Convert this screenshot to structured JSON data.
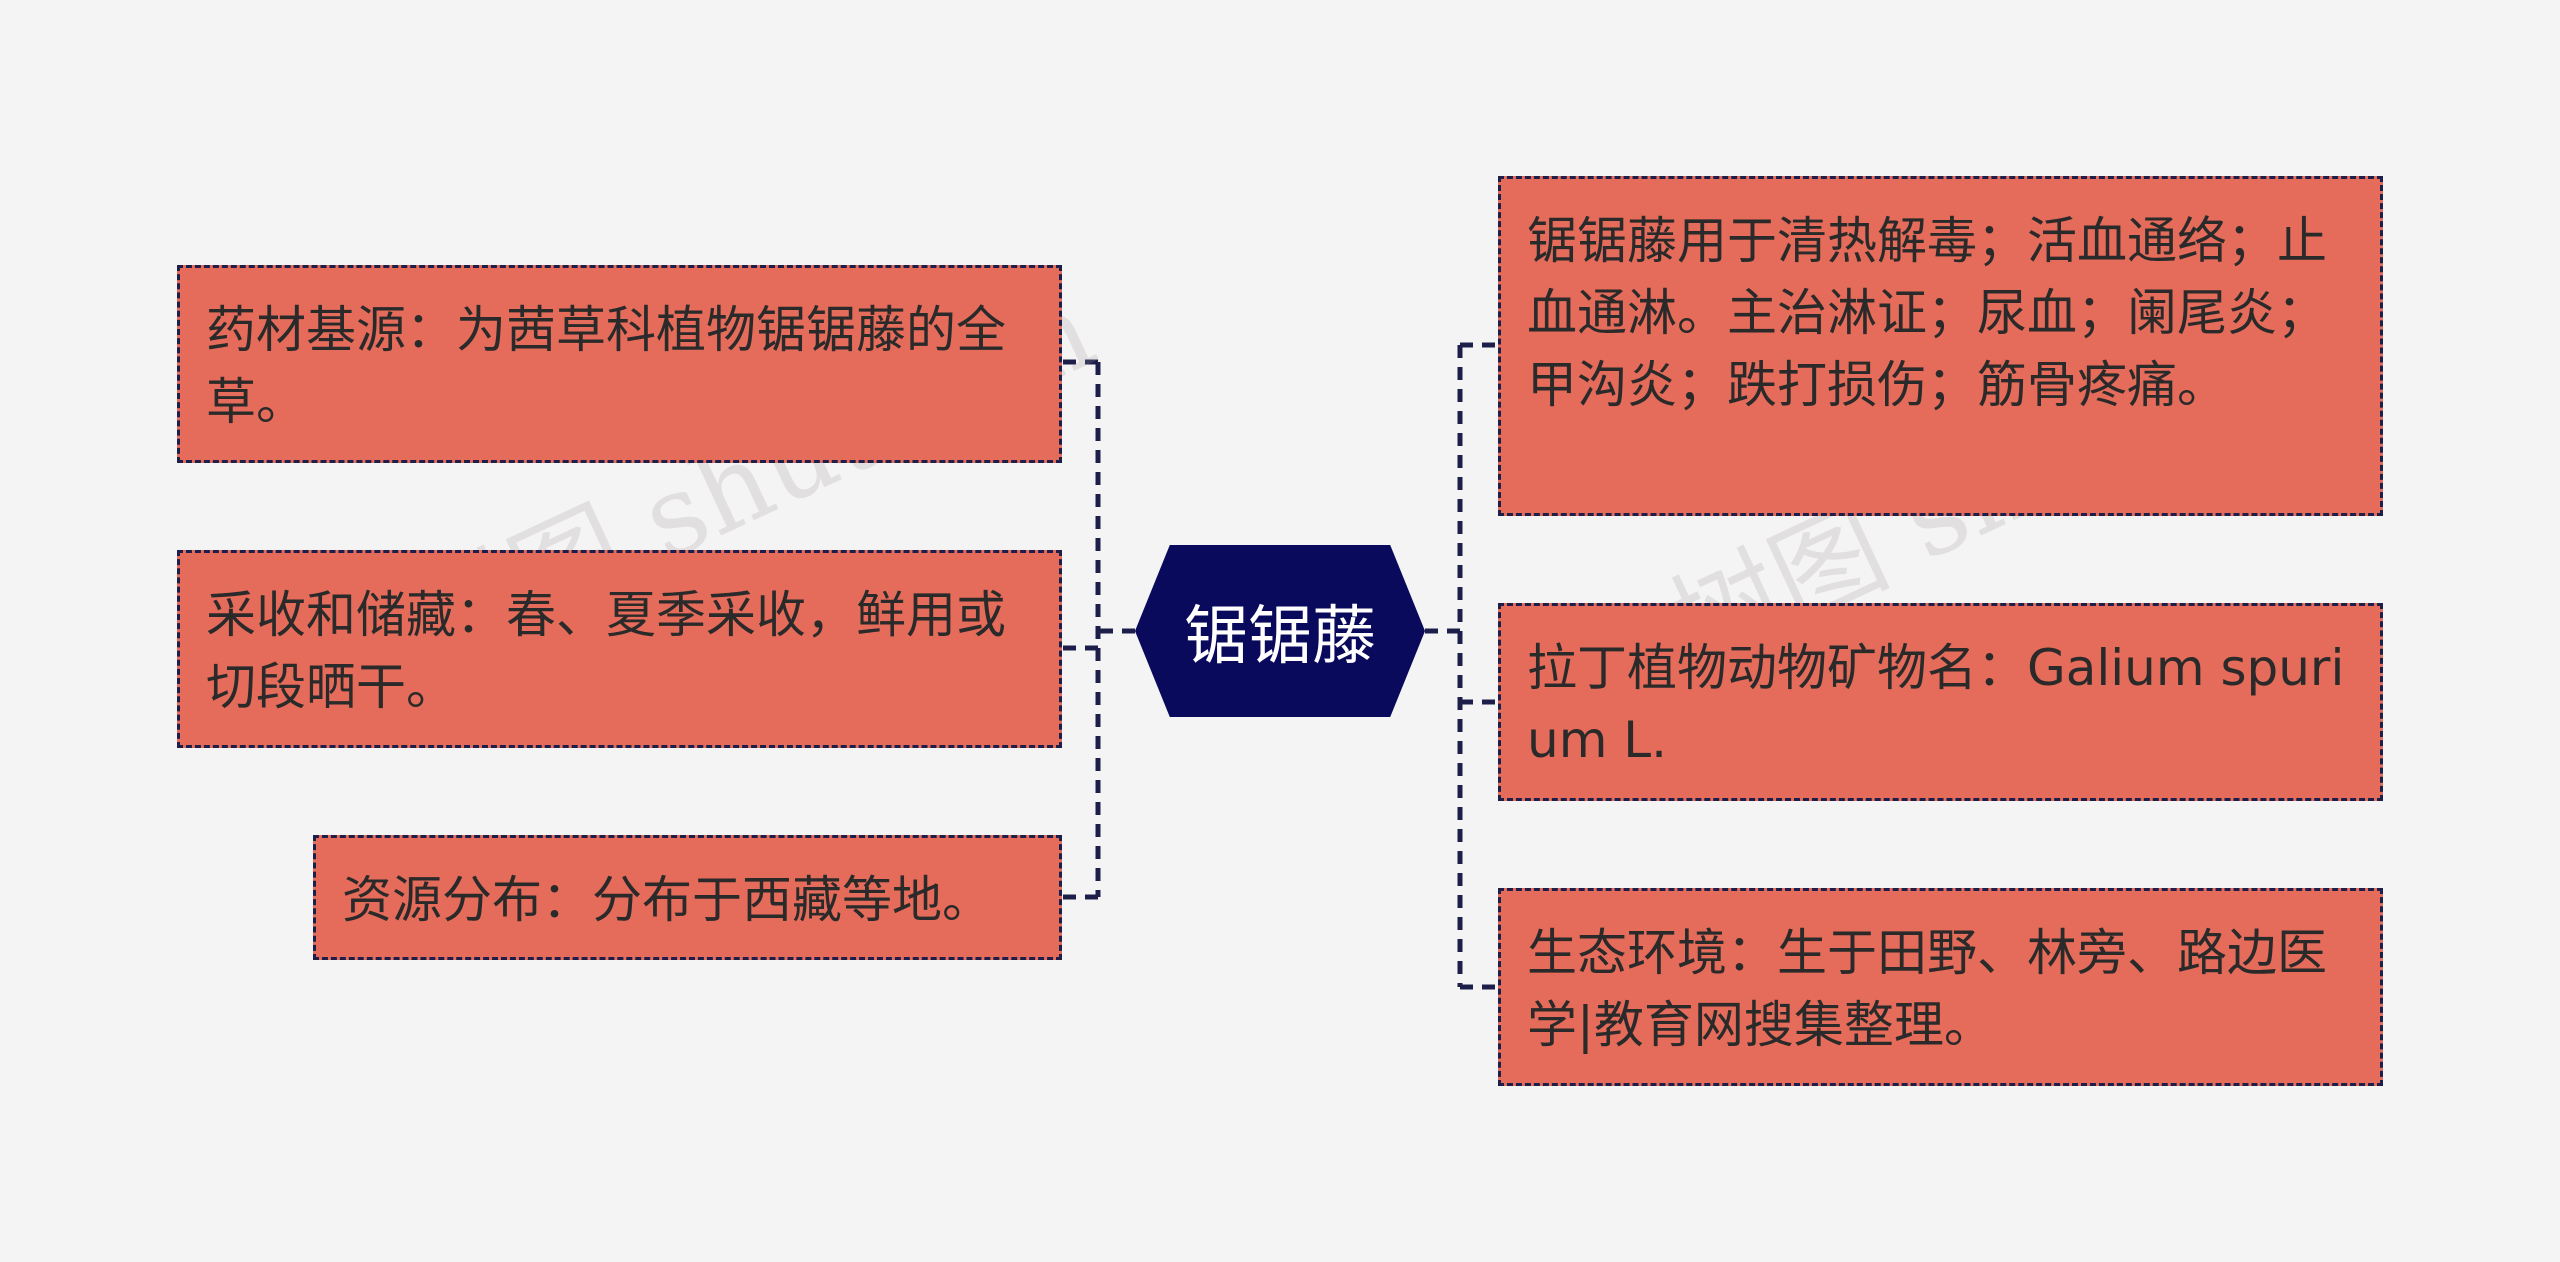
{
  "center": {
    "label": "锯锯藤"
  },
  "left": [
    {
      "text": "药材基源：为茜草科植物锯锯藤的全草。"
    },
    {
      "text": "采收和储藏：春、夏季采收，鲜用或切段晒干。"
    },
    {
      "text": "资源分布：分布于西藏等地。"
    }
  ],
  "right": [
    {
      "text": "锯锯藤用于清热解毒；活血通络；止血通淋。主治淋证；尿血；阑尾炎；甲沟炎；跌打损伤；筋骨疼痛。"
    },
    {
      "text": "拉丁植物动物矿物名：Galium spurium L."
    },
    {
      "text": "生态环境：生于田野、林旁、路边医学|教育网搜集整理。"
    }
  ],
  "watermarks": [
    "树图 shutu.cn",
    "树图 shutu.cn"
  ],
  "colors": {
    "node": "#e56c5a",
    "center": "#0a0a5c",
    "line": "#1d1f4a",
    "background": "#f4f4f4"
  }
}
